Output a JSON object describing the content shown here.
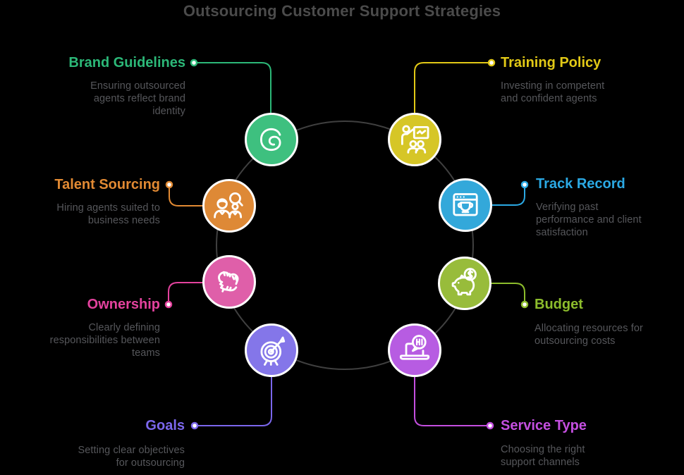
{
  "title": "Outsourcing Customer Support Strategies",
  "colors": {
    "background": "#000000",
    "title": "#4b4b4b",
    "description": "#56575b",
    "ring": "#404040",
    "icon_stroke": "#ffffff"
  },
  "items": [
    {
      "id": "brand-guidelines",
      "label": "Brand Guidelines",
      "description": "Ensuring outsourced\nagents reflect brand\nidentity",
      "accent": "#2cb878",
      "icon_fill": "#3ec07f",
      "icon": "spiral-brand-icon"
    },
    {
      "id": "training-policy",
      "label": "Training Policy",
      "description": "Investing in competent\nand confident agents",
      "accent": "#e2c916",
      "icon_fill": "#d6c627",
      "icon": "presentation-training-icon"
    },
    {
      "id": "talent-sourcing",
      "label": "Talent Sourcing",
      "description": "Hiring agents suited to\nbusiness needs",
      "accent": "#e28a33",
      "icon_fill": "#de8936",
      "icon": "people-search-icon"
    },
    {
      "id": "track-record",
      "label": "Track Record",
      "description": "Verifying past\nperformance and client\nsatisfaction",
      "accent": "#2ba9e4",
      "icon_fill": "#33a8da",
      "icon": "browser-trophy-icon"
    },
    {
      "id": "ownership",
      "label": "Ownership",
      "description": "Clearly defining\nresponsibilities between\nteams",
      "accent": "#e4429e",
      "icon_fill": "#df5fa9",
      "icon": "hands-teamwork-icon"
    },
    {
      "id": "budget",
      "label": "Budget",
      "description": "Allocating resources for\noutsourcing costs",
      "accent": "#8dbd2c",
      "icon_fill": "#98bc3b",
      "icon": "piggy-bank-icon"
    },
    {
      "id": "goals",
      "label": "Goals",
      "description": "Setting clear objectives\nfor outsourcing",
      "accent": "#7b67ec",
      "icon_fill": "#8476e9",
      "icon": "target-dart-icon"
    },
    {
      "id": "service-type",
      "label": "Service Type",
      "description": "Choosing the right\nsupport channels",
      "accent": "#c44fe0",
      "icon_fill": "#b75ce2",
      "icon": "laptop-chat-icon"
    }
  ]
}
